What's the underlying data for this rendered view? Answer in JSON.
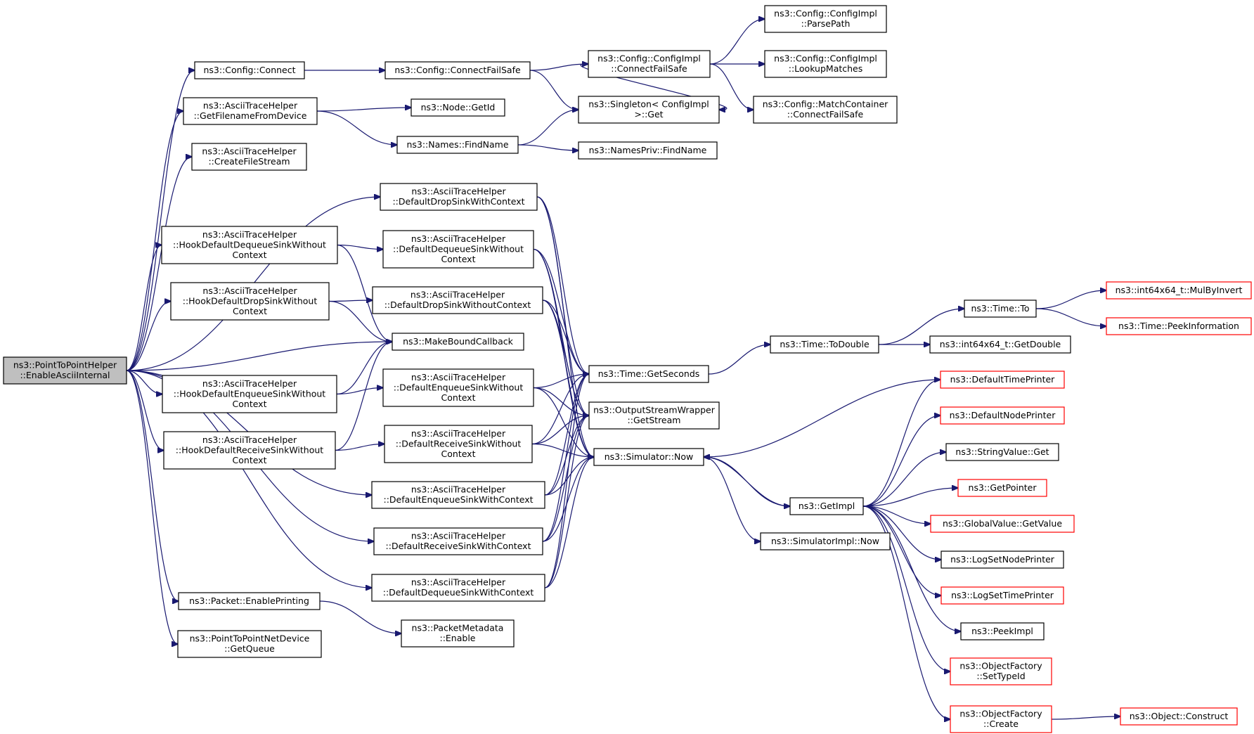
{
  "colors": {
    "edge": "#191970",
    "node_border": "#000000",
    "truncated_border": "#ff0000",
    "root_fill": "#bfbfbf",
    "node_fill": "#ffffff"
  },
  "nodes": [
    {
      "id": "root",
      "lines": [
        "ns3::PointToPointHelper",
        "::EnableAsciiInternal"
      ],
      "style": "root"
    },
    {
      "id": "cfgConnect",
      "lines": [
        "ns3::Config::Connect"
      ],
      "style": "normal"
    },
    {
      "id": "getFilename",
      "lines": [
        "ns3::AsciiTraceHelper",
        "::GetFilenameFromDevice"
      ],
      "style": "normal"
    },
    {
      "id": "createFile",
      "lines": [
        "ns3::AsciiTraceHelper",
        "::CreateFileStream"
      ],
      "style": "normal"
    },
    {
      "id": "hookDeqWo",
      "lines": [
        "ns3::AsciiTraceHelper",
        "::HookDefaultDequeueSinkWithout",
        "Context"
      ],
      "style": "normal"
    },
    {
      "id": "hookDropWo",
      "lines": [
        "ns3::AsciiTraceHelper",
        "::HookDefaultDropSinkWithout",
        "Context"
      ],
      "style": "normal"
    },
    {
      "id": "hookEnqWo",
      "lines": [
        "ns3::AsciiTraceHelper",
        "::HookDefaultEnqueueSinkWithout",
        "Context"
      ],
      "style": "normal"
    },
    {
      "id": "hookRecvWo",
      "lines": [
        "ns3::AsciiTraceHelper",
        "::HookDefaultReceiveSinkWithout",
        "Context"
      ],
      "style": "normal"
    },
    {
      "id": "pktEnablePrinting",
      "lines": [
        "ns3::Packet::EnablePrinting"
      ],
      "style": "normal"
    },
    {
      "id": "getQueue",
      "lines": [
        "ns3::PointToPointNetDevice",
        "::GetQueue"
      ],
      "style": "normal"
    },
    {
      "id": "cfgConnectFailSafe",
      "lines": [
        "ns3::Config::ConnectFailSafe"
      ],
      "style": "normal"
    },
    {
      "id": "nodeGetId",
      "lines": [
        "ns3::Node::GetId"
      ],
      "style": "normal"
    },
    {
      "id": "namesFind",
      "lines": [
        "ns3::Names::FindName"
      ],
      "style": "normal"
    },
    {
      "id": "dropWith",
      "lines": [
        "ns3::AsciiTraceHelper",
        "::DefaultDropSinkWithContext"
      ],
      "style": "normal"
    },
    {
      "id": "deqWo",
      "lines": [
        "ns3::AsciiTraceHelper",
        "::DefaultDequeueSinkWithout",
        "Context"
      ],
      "style": "normal"
    },
    {
      "id": "dropWo",
      "lines": [
        "ns3::AsciiTraceHelper",
        "::DefaultDropSinkWithoutContext"
      ],
      "style": "normal"
    },
    {
      "id": "makeBound",
      "lines": [
        "ns3::MakeBoundCallback"
      ],
      "style": "normal"
    },
    {
      "id": "enqWo",
      "lines": [
        "ns3::AsciiTraceHelper",
        "::DefaultEnqueueSinkWithout",
        "Context"
      ],
      "style": "normal"
    },
    {
      "id": "recvWo",
      "lines": [
        "ns3::AsciiTraceHelper",
        "::DefaultReceiveSinkWithout",
        "Context"
      ],
      "style": "normal"
    },
    {
      "id": "enqWith",
      "lines": [
        "ns3::AsciiTraceHelper",
        "::DefaultEnqueueSinkWithContext"
      ],
      "style": "normal"
    },
    {
      "id": "recvWith",
      "lines": [
        "ns3::AsciiTraceHelper",
        "::DefaultReceiveSinkWithContext"
      ],
      "style": "normal"
    },
    {
      "id": "deqWith",
      "lines": [
        "ns3::AsciiTraceHelper",
        "::DefaultDequeueSinkWithContext"
      ],
      "style": "normal"
    },
    {
      "id": "pktMetaEnable",
      "lines": [
        "ns3::PacketMetadata",
        "::Enable"
      ],
      "style": "normal"
    },
    {
      "id": "cfgImplConnectFS",
      "lines": [
        "ns3::Config::ConfigImpl",
        "::ConnectFailSafe"
      ],
      "style": "normal"
    },
    {
      "id": "singletonGet",
      "lines": [
        "ns3::Singleton< ConfigImpl",
        ">::Get"
      ],
      "style": "normal"
    },
    {
      "id": "namesPrivFind",
      "lines": [
        "ns3::NamesPriv::FindName"
      ],
      "style": "normal"
    },
    {
      "id": "timeGetSeconds",
      "lines": [
        "ns3::Time::GetSeconds"
      ],
      "style": "normal"
    },
    {
      "id": "oswGetStream",
      "lines": [
        "ns3::OutputStreamWrapper",
        "::GetStream"
      ],
      "style": "normal"
    },
    {
      "id": "simNow",
      "lines": [
        "ns3::Simulator::Now"
      ],
      "style": "normal"
    },
    {
      "id": "cfgParsePath",
      "lines": [
        "ns3::Config::ConfigImpl",
        "::ParsePath"
      ],
      "style": "normal"
    },
    {
      "id": "cfgLookup",
      "lines": [
        "ns3::Config::ConfigImpl",
        "::LookupMatches"
      ],
      "style": "normal"
    },
    {
      "id": "cfgMatchCFS",
      "lines": [
        "ns3::Config::MatchContainer",
        "::ConnectFailSafe"
      ],
      "style": "normal"
    },
    {
      "id": "timeToDouble",
      "lines": [
        "ns3::Time::ToDouble"
      ],
      "style": "normal"
    },
    {
      "id": "getImpl",
      "lines": [
        "ns3::GetImpl"
      ],
      "style": "normal"
    },
    {
      "id": "simImplNow",
      "lines": [
        "ns3::SimulatorImpl::Now"
      ],
      "style": "normal"
    },
    {
      "id": "timeTo",
      "lines": [
        "ns3::Time::To"
      ],
      "style": "normal"
    },
    {
      "id": "i64GetDouble",
      "lines": [
        "ns3::int64x64_t::GetDouble"
      ],
      "style": "normal"
    },
    {
      "id": "i64MulByInvert",
      "lines": [
        "ns3::int64x64_t::MulByInvert"
      ],
      "style": "trunc"
    },
    {
      "id": "timePeekInfo",
      "lines": [
        "ns3::Time::PeekInformation"
      ],
      "style": "trunc"
    },
    {
      "id": "defTimePrinter",
      "lines": [
        "ns3::DefaultTimePrinter"
      ],
      "style": "trunc"
    },
    {
      "id": "defNodePrinter",
      "lines": [
        "ns3::DefaultNodePrinter"
      ],
      "style": "trunc"
    },
    {
      "id": "stringValueGet",
      "lines": [
        "ns3::StringValue::Get"
      ],
      "style": "normal"
    },
    {
      "id": "getPointer",
      "lines": [
        "ns3::GetPointer"
      ],
      "style": "trunc"
    },
    {
      "id": "globalGetValue",
      "lines": [
        "ns3::GlobalValue::GetValue"
      ],
      "style": "trunc"
    },
    {
      "id": "logSetNodePrinter",
      "lines": [
        "ns3::LogSetNodePrinter"
      ],
      "style": "normal"
    },
    {
      "id": "logSetTimePrinter",
      "lines": [
        "ns3::LogSetTimePrinter"
      ],
      "style": "trunc"
    },
    {
      "id": "peekImpl",
      "lines": [
        "ns3::PeekImpl"
      ],
      "style": "normal"
    },
    {
      "id": "ofSetTypeId",
      "lines": [
        "ns3::ObjectFactory",
        "::SetTypeId"
      ],
      "style": "trunc"
    },
    {
      "id": "ofCreate",
      "lines": [
        "ns3::ObjectFactory",
        "::Create"
      ],
      "style": "trunc"
    },
    {
      "id": "objConstruct",
      "lines": [
        "ns3::Object::Construct"
      ],
      "style": "trunc"
    }
  ],
  "edges": [
    [
      "root",
      "cfgConnect"
    ],
    [
      "root",
      "getFilename"
    ],
    [
      "root",
      "createFile"
    ],
    [
      "root",
      "dropWith"
    ],
    [
      "root",
      "hookDeqWo"
    ],
    [
      "root",
      "hookDropWo"
    ],
    [
      "root",
      "makeBound"
    ],
    [
      "root",
      "hookEnqWo"
    ],
    [
      "root",
      "hookRecvWo"
    ],
    [
      "root",
      "enqWith"
    ],
    [
      "root",
      "recvWith"
    ],
    [
      "root",
      "deqWith"
    ],
    [
      "root",
      "pktEnablePrinting"
    ],
    [
      "root",
      "getQueue"
    ],
    [
      "cfgConnect",
      "cfgConnectFailSafe"
    ],
    [
      "getFilename",
      "nodeGetId"
    ],
    [
      "getFilename",
      "namesFind"
    ],
    [
      "hookDeqWo",
      "deqWo"
    ],
    [
      "hookDeqWo",
      "makeBound"
    ],
    [
      "hookDropWo",
      "dropWo"
    ],
    [
      "hookDropWo",
      "makeBound"
    ],
    [
      "hookEnqWo",
      "enqWo"
    ],
    [
      "hookEnqWo",
      "makeBound"
    ],
    [
      "hookRecvWo",
      "recvWo"
    ],
    [
      "hookRecvWo",
      "makeBound"
    ],
    [
      "pktEnablePrinting",
      "pktMetaEnable"
    ],
    [
      "cfgConnectFailSafe",
      "cfgImplConnectFS"
    ],
    [
      "cfgConnectFailSafe",
      "singletonGet"
    ],
    [
      "namesFind",
      "singletonGet"
    ],
    [
      "namesFind",
      "namesPrivFind"
    ],
    [
      "dropWith",
      "timeGetSeconds"
    ],
    [
      "dropWith",
      "oswGetStream"
    ],
    [
      "dropWith",
      "simNow"
    ],
    [
      "deqWo",
      "timeGetSeconds"
    ],
    [
      "deqWo",
      "oswGetStream"
    ],
    [
      "deqWo",
      "simNow"
    ],
    [
      "dropWo",
      "timeGetSeconds"
    ],
    [
      "dropWo",
      "oswGetStream"
    ],
    [
      "dropWo",
      "simNow"
    ],
    [
      "enqWo",
      "timeGetSeconds"
    ],
    [
      "enqWo",
      "oswGetStream"
    ],
    [
      "enqWo",
      "simNow"
    ],
    [
      "recvWo",
      "timeGetSeconds"
    ],
    [
      "recvWo",
      "oswGetStream"
    ],
    [
      "recvWo",
      "simNow"
    ],
    [
      "enqWith",
      "timeGetSeconds"
    ],
    [
      "enqWith",
      "oswGetStream"
    ],
    [
      "enqWith",
      "simNow"
    ],
    [
      "recvWith",
      "timeGetSeconds"
    ],
    [
      "recvWith",
      "oswGetStream"
    ],
    [
      "recvWith",
      "simNow"
    ],
    [
      "deqWith",
      "timeGetSeconds"
    ],
    [
      "deqWith",
      "oswGetStream"
    ],
    [
      "deqWith",
      "simNow"
    ],
    [
      "cfgImplConnectFS",
      "cfgParsePath"
    ],
    [
      "cfgImplConnectFS",
      "cfgLookup"
    ],
    [
      "cfgImplConnectFS",
      "cfgMatchCFS"
    ],
    [
      "cfgImplConnectFS",
      "singletonGet"
    ],
    [
      "timeGetSeconds",
      "timeToDouble"
    ],
    [
      "simNow",
      "getImpl"
    ],
    [
      "simNow",
      "simImplNow"
    ],
    [
      "timeToDouble",
      "timeTo"
    ],
    [
      "timeToDouble",
      "i64GetDouble"
    ],
    [
      "timeTo",
      "i64MulByInvert"
    ],
    [
      "timeTo",
      "timePeekInfo"
    ],
    [
      "getImpl",
      "defTimePrinter"
    ],
    [
      "getImpl",
      "defNodePrinter"
    ],
    [
      "getImpl",
      "stringValueGet"
    ],
    [
      "getImpl",
      "getPointer"
    ],
    [
      "getImpl",
      "globalGetValue"
    ],
    [
      "getImpl",
      "logSetNodePrinter"
    ],
    [
      "getImpl",
      "logSetTimePrinter"
    ],
    [
      "getImpl",
      "peekImpl"
    ],
    [
      "getImpl",
      "ofSetTypeId"
    ],
    [
      "getImpl",
      "ofCreate"
    ],
    [
      "getImpl",
      "simNow"
    ],
    [
      "defTimePrinter",
      "simNow"
    ],
    [
      "ofCreate",
      "objConstruct"
    ]
  ]
}
